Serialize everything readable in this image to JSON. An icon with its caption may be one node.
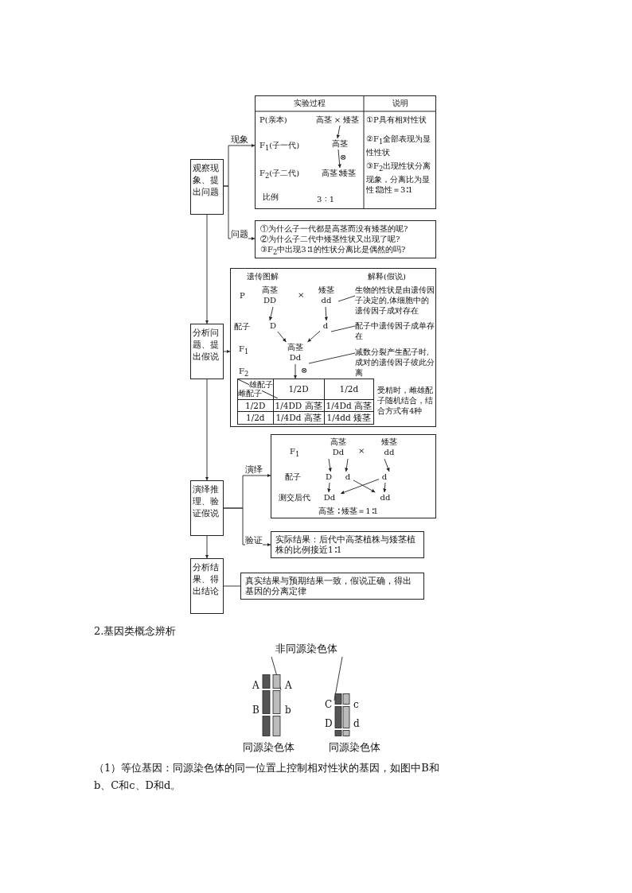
{
  "diagram": {
    "nodes": [
      {
        "text": [
          "观察现象、提出问题"
        ]
      },
      {
        "text": [
          "实验过程",
          "说明",
          "P(亲本)",
          "F$_{1}$(子一代)",
          "F$_{2}$(子二代)",
          "比例",
          "3 ∶ 1",
          "①P具有相对性状",
          "②F$_{1}$全部表现为显性性状",
          "③F$_{2}$出现性状分离现象，分离比为显性∶隐性＝3∶1"
        ]
      },
      {
        "text": [
          "高茎 × 矮茎"
        ],
        "in": 1
      },
      {
        "text": [
          "高茎"
        ],
        "in": 1
      },
      {
        "text": [
          "高茎∶矮茎"
        ],
        "in": 1
      },
      {
        "text": [
          "①为什么子一代都是高茎而没有矮茎的呢?",
          "②为什么子二代中矮茎性状又出现了呢?",
          "③F$_{2}$中出现3∶1的性状分离比是偶然的吗?"
        ]
      },
      {
        "text": [
          "分析问题、提出假说"
        ]
      },
      {
        "text": [
          "遗传图解",
          "解释(假说)",
          "P",
          "配子",
          "F$_{1}$",
          "F$_{2}$",
          "受精时，雌雄配子随机结合，结合方式有4种"
        ]
      },
      {
        "text": [
          "高茎",
          "DD"
        ],
        "in": 7
      },
      {
        "text": [
          "矮茎",
          "dd"
        ],
        "in": 7
      },
      {
        "text": [
          "生物的性状是由遗传因子决定的,体细胞中的遗传因子成对存在"
        ],
        "in": 7
      },
      {
        "text": [
          "D"
        ],
        "in": 7
      },
      {
        "text": [
          "d"
        ],
        "in": 7
      },
      {
        "text": [
          "配子中遗传因子成单存在"
        ],
        "in": 7
      },
      {
        "text": [
          "高茎",
          "Dd"
        ],
        "in": 7
      },
      {
        "text": [
          "减数分裂产生配子时,成对的遗传因子彼此分离"
        ],
        "in": 7
      },
      {
        "text": [
          "雄配子",
          "雌配子",
          "1/2D",
          "1/2d",
          "1/2D",
          "1/4DD 高茎",
          "1/4Dd 高茎",
          "1/2d",
          "1/4Dd 高茎",
          "1/4dd 矮茎"
        ],
        "in": 7
      },
      {
        "text": [
          "演绎推理、验证假说"
        ]
      },
      {
        "text": [
          "F$_{1}$",
          "配子",
          "测交后代",
          "高茎 ∶ 矮茎＝1∶1"
        ]
      },
      {
        "text": [
          "高茎",
          "Dd"
        ],
        "in": 18
      },
      {
        "text": [
          "矮茎",
          "dd"
        ],
        "in": 18
      },
      {
        "text": [
          "D"
        ],
        "in": 18
      },
      {
        "text": [
          "d"
        ],
        "in": 18
      },
      {
        "text": [
          "d"
        ],
        "in": 18
      },
      {
        "text": [
          "Dd"
        ],
        "in": 18
      },
      {
        "text": [
          "dd"
        ],
        "in": 18
      },
      {
        "text": [
          "实际结果：后代中高茎植株与矮茎植株的比例接近1∶1"
        ]
      },
      {
        "text": [
          "分析结果、得出结论"
        ]
      },
      {
        "text": [
          "真实结果与预期结果一致，假说正确，得出基因的分离定律"
        ]
      },
      {
        "text": [
          "非同源染色体"
        ]
      },
      {
        "text": [],
        "shape": "bar",
        "beside": [
          "A",
          "A",
          "B",
          "b",
          "同源染色体"
        ]
      },
      {
        "text": [],
        "shape": "bar",
        "beside": [
          "C",
          "c",
          "D",
          "d",
          "同源染色体"
        ]
      }
    ],
    "edges": [
      {
        "from": 0,
        "to": 1,
        "arrow": "to",
        "label": "现象"
      },
      {
        "from": 2,
        "to": 3,
        "arrow": "to"
      },
      {
        "from": 3,
        "to": 4,
        "arrow": "to"
      },
      {
        "from": 0,
        "to": 5,
        "arrow": "to",
        "label": "问题"
      },
      {
        "from": 0,
        "to": 6,
        "arrow": "to"
      },
      {
        "from": 6,
        "to": 7,
        "arrow": "to"
      },
      {
        "from": 8,
        "to": 11,
        "arrow": "to"
      },
      {
        "from": 9,
        "to": 12,
        "arrow": "to"
      },
      {
        "from": 10,
        "to": 9,
        "arrow": "none"
      },
      {
        "from": 11,
        "to": 14,
        "arrow": "to"
      },
      {
        "from": 12,
        "to": 14,
        "arrow": "to"
      },
      {
        "from": 13,
        "to": 12,
        "arrow": "none"
      },
      {
        "from": 15,
        "to": 14,
        "arrow": "none"
      },
      {
        "from": 14,
        "to": 16,
        "arrow": "to"
      },
      {
        "from": 6,
        "to": 17,
        "arrow": "to"
      },
      {
        "from": 17,
        "to": 18,
        "arrow": "to",
        "label": "演绎"
      },
      {
        "from": 19,
        "to": 21,
        "arrow": "to"
      },
      {
        "from": 19,
        "to": 22,
        "arrow": "to"
      },
      {
        "from": 20,
        "to": 23,
        "arrow": "to"
      },
      {
        "from": 21,
        "to": 24,
        "arrow": "to"
      },
      {
        "from": 23,
        "to": 24,
        "arrow": "to"
      },
      {
        "from": 22,
        "to": 25,
        "arrow": "to"
      },
      {
        "from": 23,
        "to": 25,
        "arrow": "to"
      },
      {
        "from": 17,
        "to": 26,
        "arrow": "to",
        "label": "验证"
      },
      {
        "from": 17,
        "to": 27,
        "arrow": "to"
      },
      {
        "from": 27,
        "to": 28,
        "arrow": "none"
      },
      {
        "from": 29,
        "to": 30,
        "arrow": "none"
      },
      {
        "from": 29,
        "to": 31,
        "arrow": "none"
      }
    ],
    "labels": [
      "⊗",
      "×",
      "⊗",
      "×",
      "2.基因类概念辨析",
      "（1）等位基因：同源染色体的同一位置上控制相对性状的基因，如图中B和b、C和c、D和d。"
    ]
  }
}
